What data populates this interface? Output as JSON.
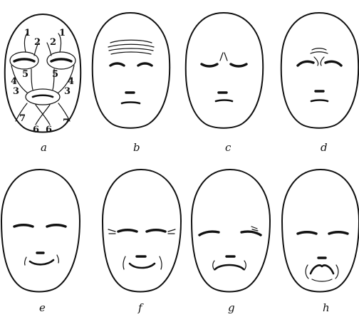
{
  "captions": [
    "a",
    "b",
    "c",
    "d",
    "e",
    "f",
    "g",
    "h"
  ],
  "muscle_labels": {
    "n1": "1",
    "n2": "2",
    "n3": "3",
    "n4": "4",
    "n5": "5",
    "n6": "6",
    "n7": "7"
  }
}
